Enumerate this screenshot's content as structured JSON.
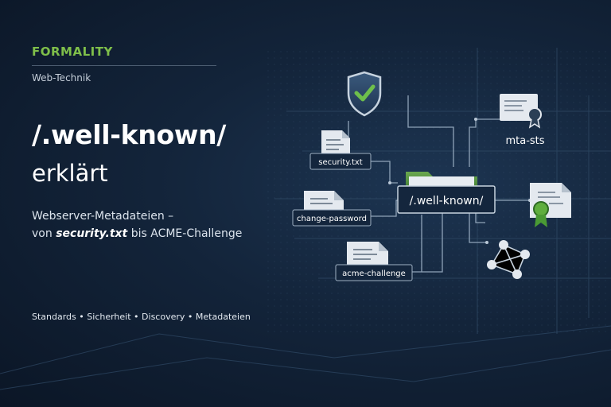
{
  "brand": "FORMALITY",
  "category": "Web-Technik",
  "title_line1": "/.well-known/",
  "title_line2": "erklärt",
  "subtitle": {
    "line1": "Webserver-Metadateien –",
    "line2_prefix": "von ",
    "line2_emphasis": "security.txt",
    "line2_suffix": " bis ACME-Challenge"
  },
  "tags": [
    "Standards",
    "Sicherheit",
    "Discovery",
    "Metadateien"
  ],
  "diagram": {
    "center_label": "/.well-known/",
    "files": [
      "security.txt",
      "change-password",
      "acme-challenge"
    ],
    "right_label": "mta-sts"
  },
  "icons": [
    "shield-check-icon",
    "certificate-icon",
    "award-document-icon",
    "network-graph-icon",
    "folder-icon",
    "document-icon"
  ],
  "colors": {
    "background": "#13243a",
    "accent_green": "#7fbf4a",
    "label_box": "#14263d",
    "line": "#8fa3b8"
  }
}
